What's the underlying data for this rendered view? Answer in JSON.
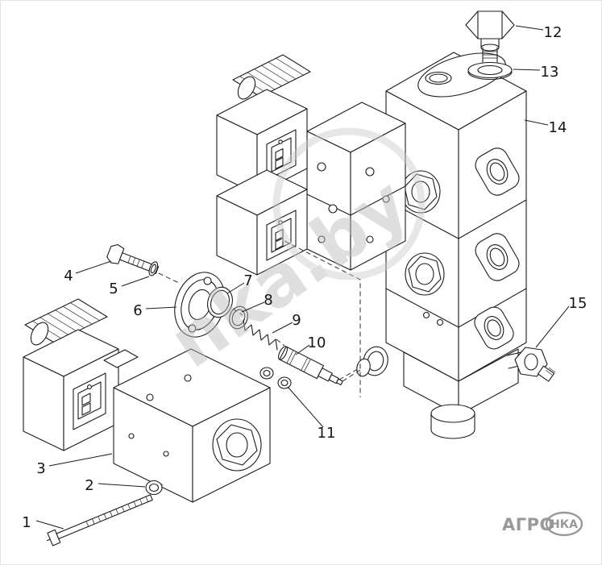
{
  "watermark": {
    "text": "nka.by",
    "color": "#b9b9b9"
  },
  "logo": {
    "prefix": "АГРО",
    "suffix": "НКА",
    "color": "#999999"
  },
  "colors": {
    "line": "#1c1c1c",
    "background": "#ffffff"
  },
  "diagram": {
    "callouts": [
      {
        "n": "1"
      },
      {
        "n": "2"
      },
      {
        "n": "3"
      },
      {
        "n": "4"
      },
      {
        "n": "5"
      },
      {
        "n": "6"
      },
      {
        "n": "7"
      },
      {
        "n": "8"
      },
      {
        "n": "9"
      },
      {
        "n": "10"
      },
      {
        "n": "11"
      },
      {
        "n": "12"
      },
      {
        "n": "13"
      },
      {
        "n": "14"
      },
      {
        "n": "15"
      }
    ]
  }
}
